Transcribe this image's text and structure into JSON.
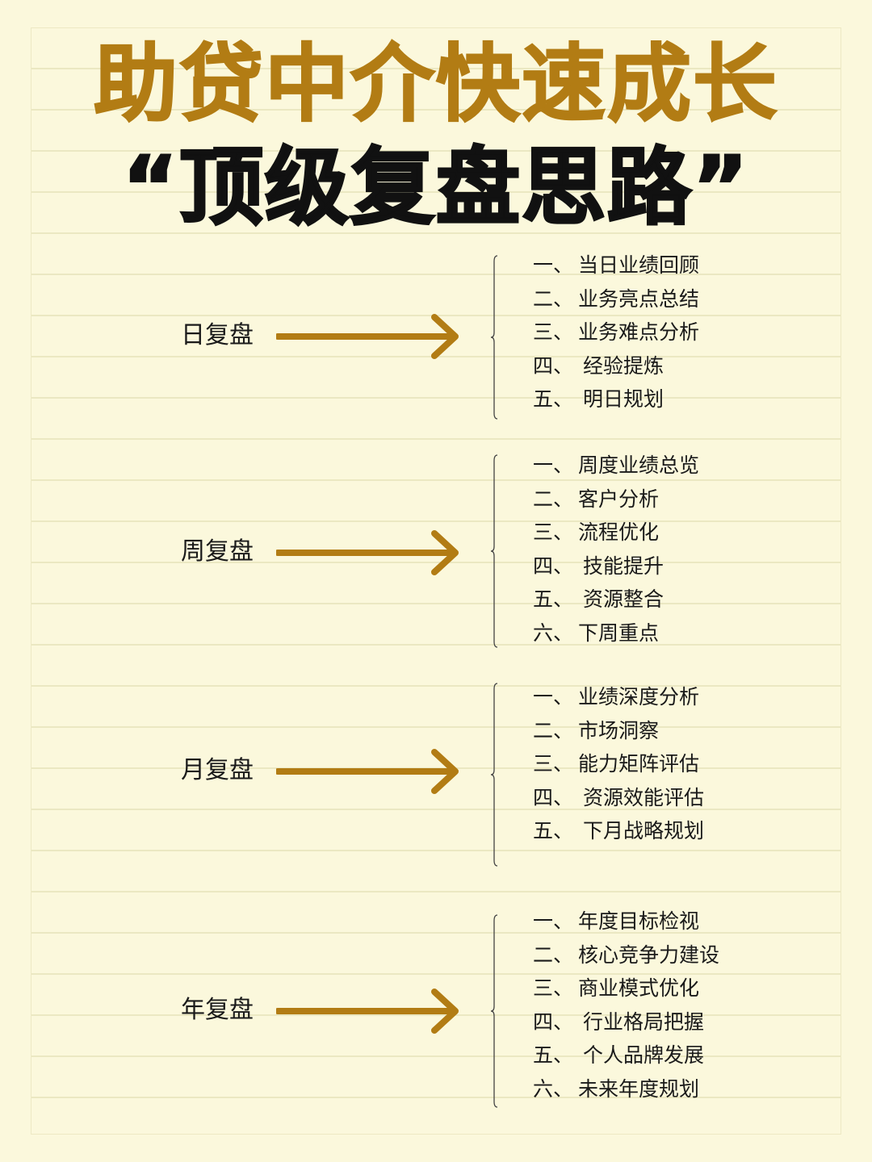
{
  "title": {
    "line1": "助贷中介快速成长",
    "line2": "“顶级复盘思路”"
  },
  "sections": [
    {
      "label": "日复盘",
      "items": [
        {
          "num": "一、",
          "text": "当日业绩回顾"
        },
        {
          "num": "二、",
          "text": "业务亮点总结"
        },
        {
          "num": "三、",
          "text": "业务难点分析"
        },
        {
          "num": "四、",
          "text": "经验提炼"
        },
        {
          "num": "五、",
          "text": "明日规划"
        }
      ]
    },
    {
      "label": "周复盘",
      "items": [
        {
          "num": "一、",
          "text": "周度业绩总览"
        },
        {
          "num": "二、",
          "text": "客户分析"
        },
        {
          "num": "三、",
          "text": "流程优化"
        },
        {
          "num": "四、",
          "text": "技能提升"
        },
        {
          "num": "五、",
          "text": "资源整合"
        },
        {
          "num": "六、",
          "text": "下周重点"
        }
      ]
    },
    {
      "label": "月复盘",
      "items": [
        {
          "num": "一、",
          "text": "业绩深度分析"
        },
        {
          "num": "二、",
          "text": "市场洞察"
        },
        {
          "num": "三、",
          "text": "能力矩阵评估"
        },
        {
          "num": "四、",
          "text": "资源效能评估"
        },
        {
          "num": "五、",
          "text": "下月战略规划"
        }
      ]
    },
    {
      "label": "年复盘",
      "items": [
        {
          "num": "一、",
          "text": "年度目标检视"
        },
        {
          "num": "二、",
          "text": "核心竞争力建设"
        },
        {
          "num": "三、",
          "text": "商业模式优化"
        },
        {
          "num": "四、",
          "text": "行业格局把握"
        },
        {
          "num": "五、",
          "text": "个人品牌发展"
        },
        {
          "num": "六、",
          "text": "未来年度规划"
        }
      ]
    }
  ],
  "colors": {
    "accent": "#b27c14",
    "title_dark": "#111111",
    "background": "#fbf8dc"
  },
  "icons": {
    "arrow": "arrow-right-icon",
    "brace": "curly-brace-icon"
  }
}
